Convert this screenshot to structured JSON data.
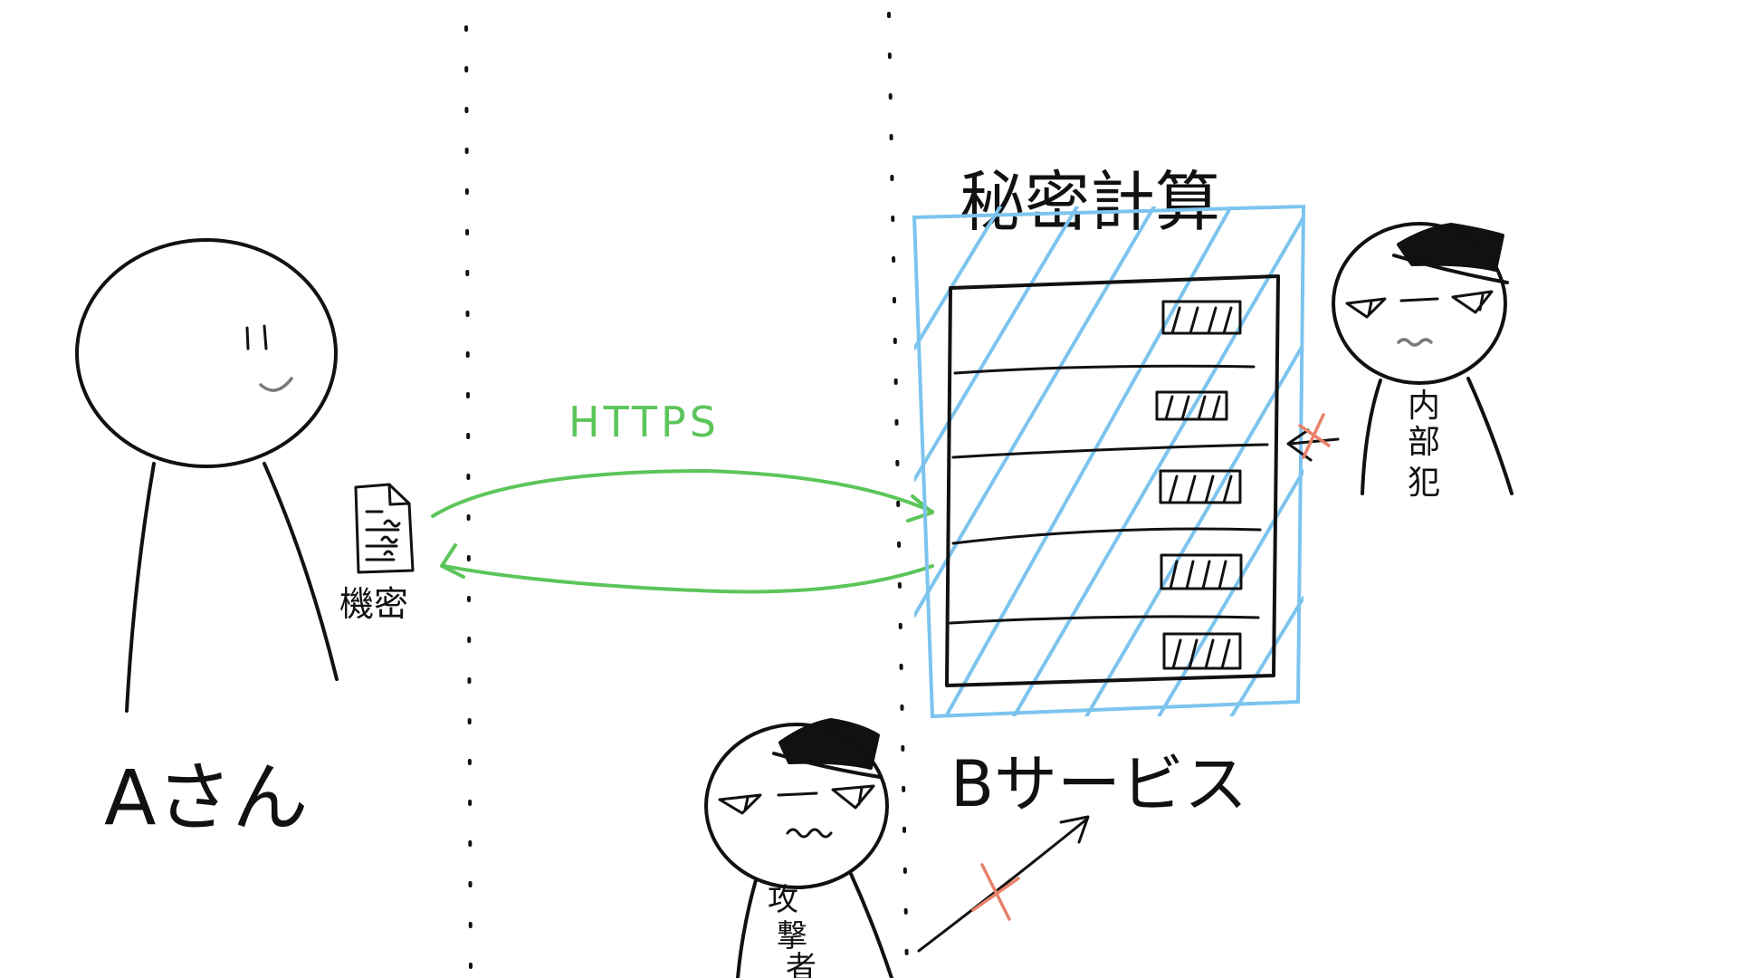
{
  "labels": {
    "person_a": "Aさん",
    "document": "機密",
    "protocol": "HTTPS",
    "secure_computation": "秘密計算",
    "service": "Bサービス",
    "insider": [
      "内",
      "部",
      "犯"
    ],
    "attacker": [
      "攻",
      "撃",
      "者"
    ]
  },
  "colors": {
    "ink": "#111111",
    "secure_region": "#7cc4ee",
    "https_arrows": "#5cc55a",
    "blocked_mark": "#e8826a"
  },
  "icons": {
    "document": "document-icon",
    "server": "server-rack-icon",
    "hat": "fedora-hat-icon",
    "blocked": "x-mark-icon"
  }
}
